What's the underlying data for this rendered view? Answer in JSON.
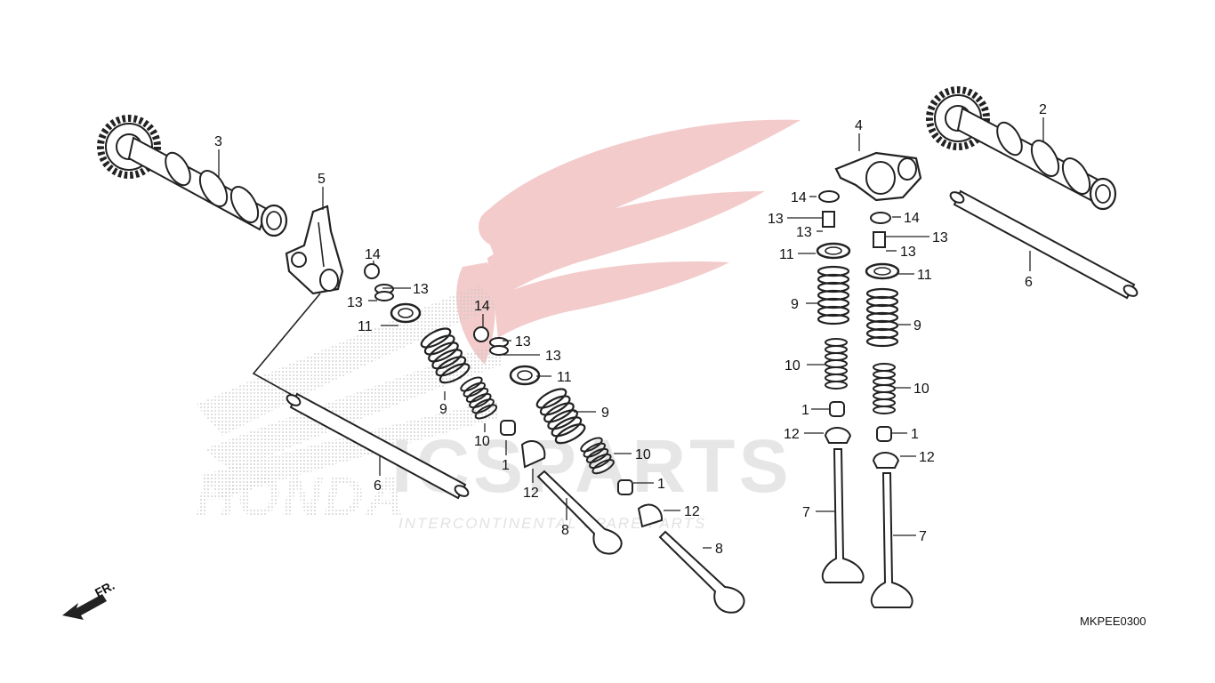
{
  "diagram": {
    "code": "MKPEE0300",
    "direction_label": "FR.",
    "callouts": [
      "1",
      "2",
      "3",
      "4",
      "5",
      "6",
      "7",
      "8",
      "9",
      "10",
      "11",
      "12",
      "13",
      "14"
    ]
  },
  "watermark": {
    "brand_main": "ICSPARTS",
    "brand_sub": "INTERCONTINENTAL SPARE PARTS",
    "maker": "HONDA",
    "colors": {
      "wing": "#f2c6c6",
      "text": "#e6e6e6",
      "dots": "#cfcfcf"
    }
  }
}
